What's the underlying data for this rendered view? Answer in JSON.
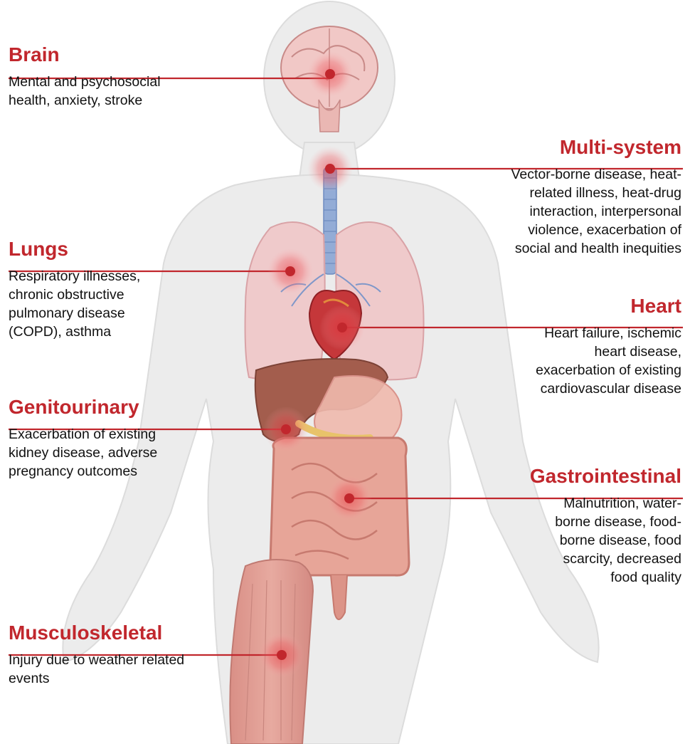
{
  "accent_color": "#c1272d",
  "callouts": [
    {
      "id": "brain",
      "title": "Brain",
      "lines": [
        "Mental and psychosocial",
        "health, anxiety, stroke"
      ]
    },
    {
      "id": "multi-system",
      "title": "Multi-system",
      "lines": [
        "Vector-borne disease, heat-",
        "related illness, heat-drug",
        "interaction, interpersonal",
        "violence, exacerbation of",
        "social and health inequities"
      ]
    },
    {
      "id": "lungs",
      "title": "Lungs",
      "lines": [
        "Respiratory illnesses,",
        "chronic obstructive",
        "pulmonary disease",
        "(COPD), asthma"
      ]
    },
    {
      "id": "heart",
      "title": "Heart",
      "lines": [
        "Heart failure, ischemic",
        "heart disease,",
        "exacerbation of existing",
        "cardiovascular disease"
      ]
    },
    {
      "id": "genitourinary",
      "title": "Genitourinary",
      "lines": [
        "Exacerbation of existing",
        "kidney disease, adverse",
        "pregnancy outcomes"
      ]
    },
    {
      "id": "gastrointestinal",
      "title": "Gastrointestinal",
      "lines": [
        "Malnutrition, water-",
        "borne disease, food-",
        "borne disease, food",
        "scarcity, decreased",
        "food quality"
      ]
    },
    {
      "id": "musculoskeletal",
      "title": "Musculoskeletal",
      "lines": [
        "Injury due to weather related",
        "events"
      ]
    }
  ]
}
